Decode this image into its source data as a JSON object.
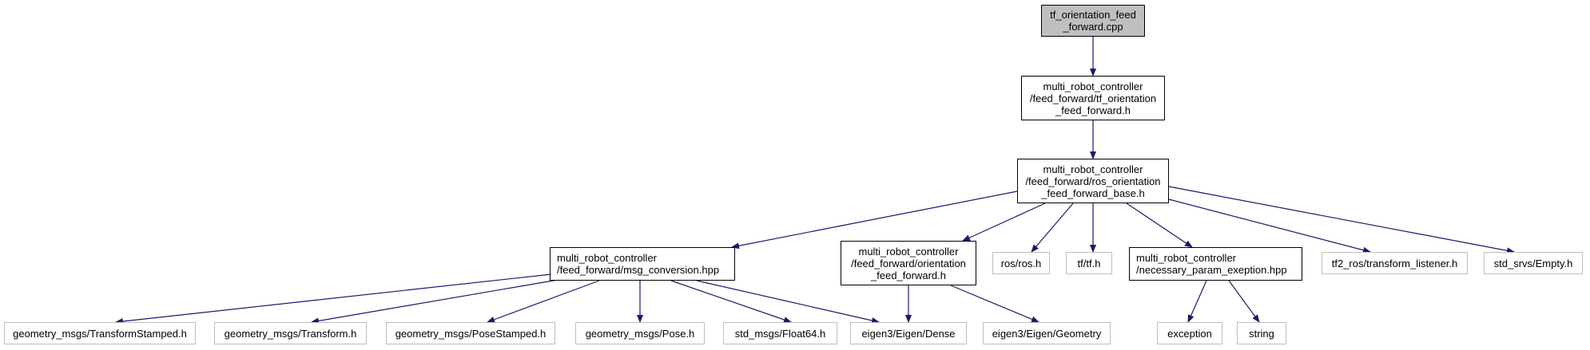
{
  "graph": {
    "nodes": [
      {
        "id": "root",
        "label": "tf_orientation_feed\n_forward.cpp",
        "kind": "root"
      },
      {
        "id": "tfoff_h",
        "label": "multi_robot_controller\n/feed_forward/tf_orientation\n_feed_forward.h",
        "kind": "main"
      },
      {
        "id": "base_h",
        "label": "multi_robot_controller\n/feed_forward/ros_orientation\n_feed_forward_base.h",
        "kind": "main"
      },
      {
        "id": "msgconv",
        "label": "multi_robot_controller\n/feed_forward/msg_conversion.hpp",
        "kind": "main",
        "align": "left"
      },
      {
        "id": "orient_h",
        "label": "multi_robot_controller\n/feed_forward/orientation\n_feed_forward.h",
        "kind": "main"
      },
      {
        "id": "ros_h",
        "label": "ros/ros.h",
        "kind": "ext"
      },
      {
        "id": "tf_h",
        "label": "tf/tf.h",
        "kind": "ext"
      },
      {
        "id": "npe",
        "label": "multi_robot_controller\n/necessary_param_exeption.hpp",
        "kind": "main",
        "align": "left"
      },
      {
        "id": "tf2",
        "label": "tf2_ros/transform_listener.h",
        "kind": "ext"
      },
      {
        "id": "empty",
        "label": "std_srvs/Empty.h",
        "kind": "ext"
      },
      {
        "id": "tstamped",
        "label": "geometry_msgs/TransformStamped.h",
        "kind": "ext"
      },
      {
        "id": "transform",
        "label": "geometry_msgs/Transform.h",
        "kind": "ext"
      },
      {
        "id": "pstamped",
        "label": "geometry_msgs/PoseStamped.h",
        "kind": "ext"
      },
      {
        "id": "pose",
        "label": "geometry_msgs/Pose.h",
        "kind": "ext"
      },
      {
        "id": "float64",
        "label": "std_msgs/Float64.h",
        "kind": "ext"
      },
      {
        "id": "dense",
        "label": "eigen3/Eigen/Dense",
        "kind": "ext"
      },
      {
        "id": "geometry",
        "label": "eigen3/Eigen/Geometry",
        "kind": "ext"
      },
      {
        "id": "exception",
        "label": "exception",
        "kind": "ext"
      },
      {
        "id": "string",
        "label": "string",
        "kind": "ext"
      }
    ],
    "edges": [
      [
        "root",
        "tfoff_h"
      ],
      [
        "tfoff_h",
        "base_h"
      ],
      [
        "base_h",
        "msgconv"
      ],
      [
        "base_h",
        "orient_h"
      ],
      [
        "base_h",
        "ros_h"
      ],
      [
        "base_h",
        "tf_h"
      ],
      [
        "base_h",
        "npe"
      ],
      [
        "base_h",
        "tf2"
      ],
      [
        "base_h",
        "empty"
      ],
      [
        "msgconv",
        "tstamped"
      ],
      [
        "msgconv",
        "transform"
      ],
      [
        "msgconv",
        "pstamped"
      ],
      [
        "msgconv",
        "pose"
      ],
      [
        "msgconv",
        "float64"
      ],
      [
        "msgconv",
        "dense"
      ],
      [
        "orient_h",
        "dense"
      ],
      [
        "orient_h",
        "geometry"
      ],
      [
        "npe",
        "exception"
      ],
      [
        "npe",
        "string"
      ]
    ],
    "colors": {
      "edge": "#191970",
      "root_fill": "#bfbfbf",
      "main_border": "#000000",
      "ext_border": "#bfbfbf"
    }
  }
}
